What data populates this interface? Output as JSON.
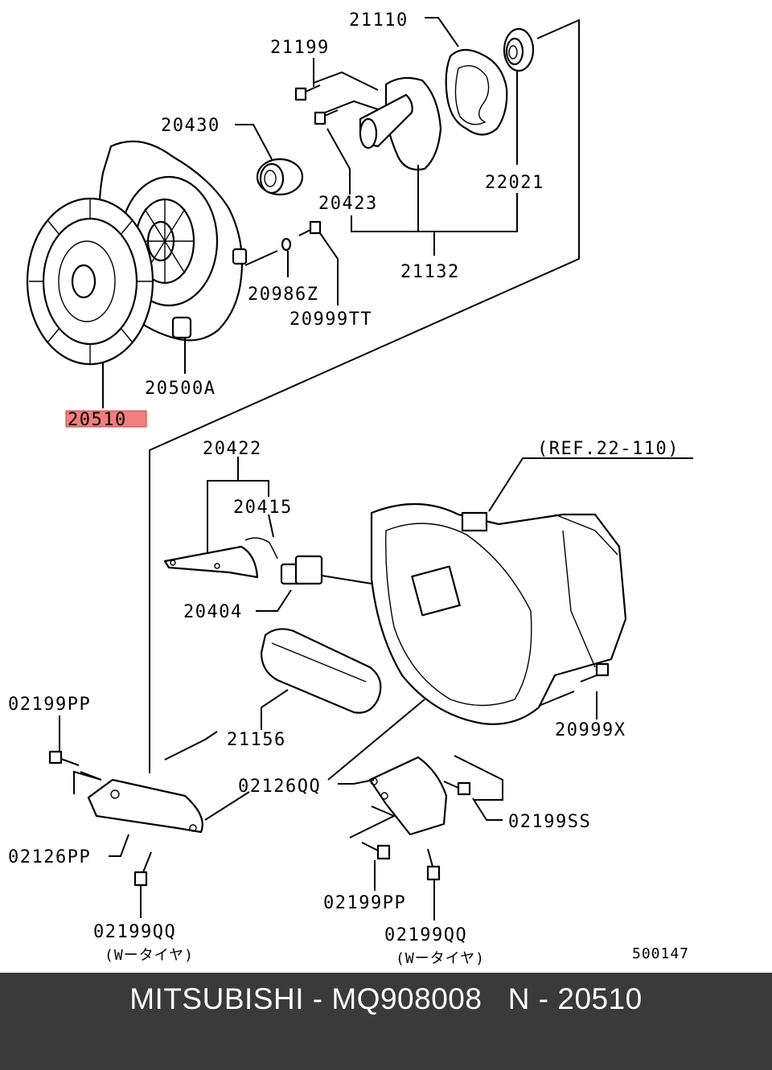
{
  "labels": {
    "p21110": "21110",
    "p21199": "21199",
    "p20430": "20430",
    "p22021": "22021",
    "p20423": "20423",
    "p21132": "21132",
    "p20986z": "20986Z",
    "p20999tt": "20999TT",
    "p20500a": "20500A",
    "p20510": "20510",
    "p20422": "20422",
    "ref": "(REF.22-110)",
    "p20415": "20415",
    "p20404": "20404",
    "p02199pp_a": "02199PP",
    "p21156": "21156",
    "p20999x": "20999X",
    "p02126qq": "02126QQ",
    "p02199ss": "02199SS",
    "p02126pp": "02126PP",
    "p02199pp_b": "02199PP",
    "p02199qq_a": "02199QQ",
    "note_a": "(Wータイヤ)",
    "p02199qq_b": "02199QQ",
    "note_b": "(Wータイヤ)",
    "diagram_no": "500147"
  },
  "highlight_color": "#f07f7f",
  "footer": {
    "text": "MITSUBISHI - MQ908008   N - 20510"
  }
}
